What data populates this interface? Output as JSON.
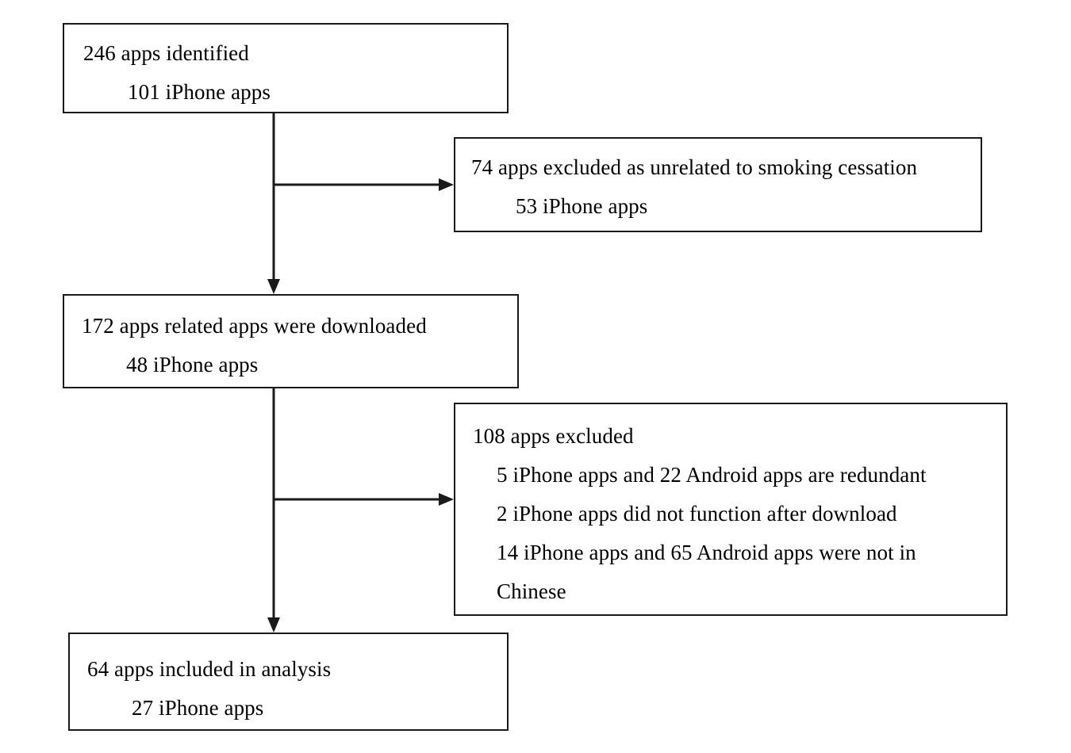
{
  "diagram": {
    "title": "App selection flow diagram",
    "type": "flowchart",
    "background_color": "#ffffff",
    "stroke_color": "#1a1a1a"
  },
  "nodes": {
    "identified": {
      "name": "apps-identified",
      "lines": [
        "246 apps identified",
        "101 iPhone apps"
      ]
    },
    "excluded_unrelated": {
      "name": "apps-excluded-unrelated",
      "lines": [
        "74 apps excluded as unrelated to smoking cessation",
        "53 iPhone apps"
      ]
    },
    "downloaded": {
      "name": "apps-downloaded",
      "lines": [
        "172 apps related apps were downloaded",
        "48 iPhone apps"
      ]
    },
    "excluded_other": {
      "name": "apps-excluded-other",
      "lines": [
        "108 apps excluded",
        "5 iPhone apps and 22 Android apps are redundant",
        "2 iPhone apps did not function after download",
        "14 iPhone apps and 65 Android apps were not in",
        "Chinese"
      ]
    },
    "included": {
      "name": "apps-included-analysis",
      "lines": [
        "64 apps included in analysis",
        "27 iPhone apps"
      ]
    }
  },
  "connectors": [
    {
      "name": "identified-to-downloaded",
      "kind": "vertical-arrow"
    },
    {
      "name": "identified-to-excluded-unrelated",
      "kind": "horizontal-arrow"
    },
    {
      "name": "downloaded-to-included",
      "kind": "vertical-arrow"
    },
    {
      "name": "downloaded-to-excluded-other",
      "kind": "horizontal-arrow"
    }
  ]
}
